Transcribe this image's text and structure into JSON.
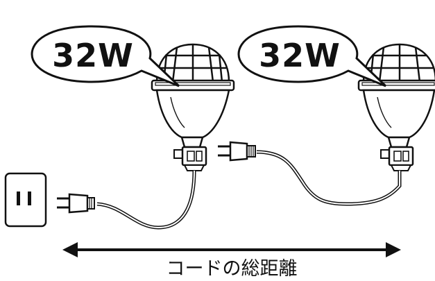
{
  "lamp_left": {
    "wattage_label": "32W"
  },
  "lamp_right": {
    "wattage_label": "32W"
  },
  "measurement": {
    "caption": "コードの総距離"
  },
  "icons": {
    "outlet": "wall-outlet-icon",
    "plug": "power-plug-icon",
    "lamp": "clamp-lamp-icon",
    "arrow": "double-arrow-icon"
  },
  "colors": {
    "line": "#111111",
    "fill": "#ffffff"
  }
}
